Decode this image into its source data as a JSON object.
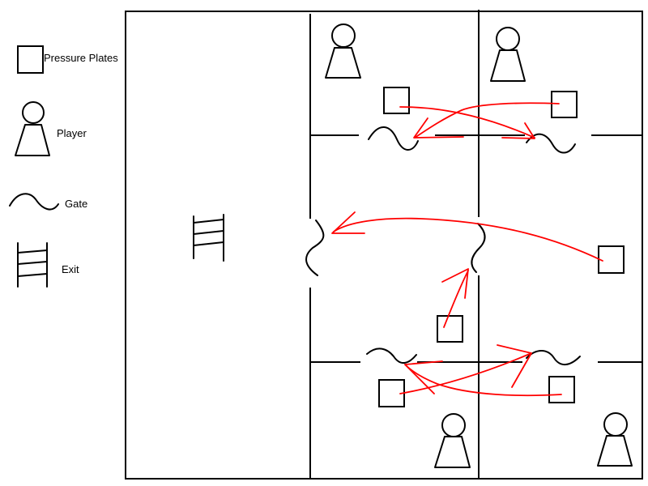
{
  "legend": {
    "pressure_plates": "Pressure Plates",
    "player": "Player",
    "gate": "Gate",
    "exit": "Exit"
  },
  "colors": {
    "ink": "#000000",
    "arrow": "#ff0000",
    "background": "#ffffff"
  },
  "icons": [
    "pressure-plate-icon",
    "player-icon",
    "gate-icon",
    "exit-ladder-icon"
  ]
}
